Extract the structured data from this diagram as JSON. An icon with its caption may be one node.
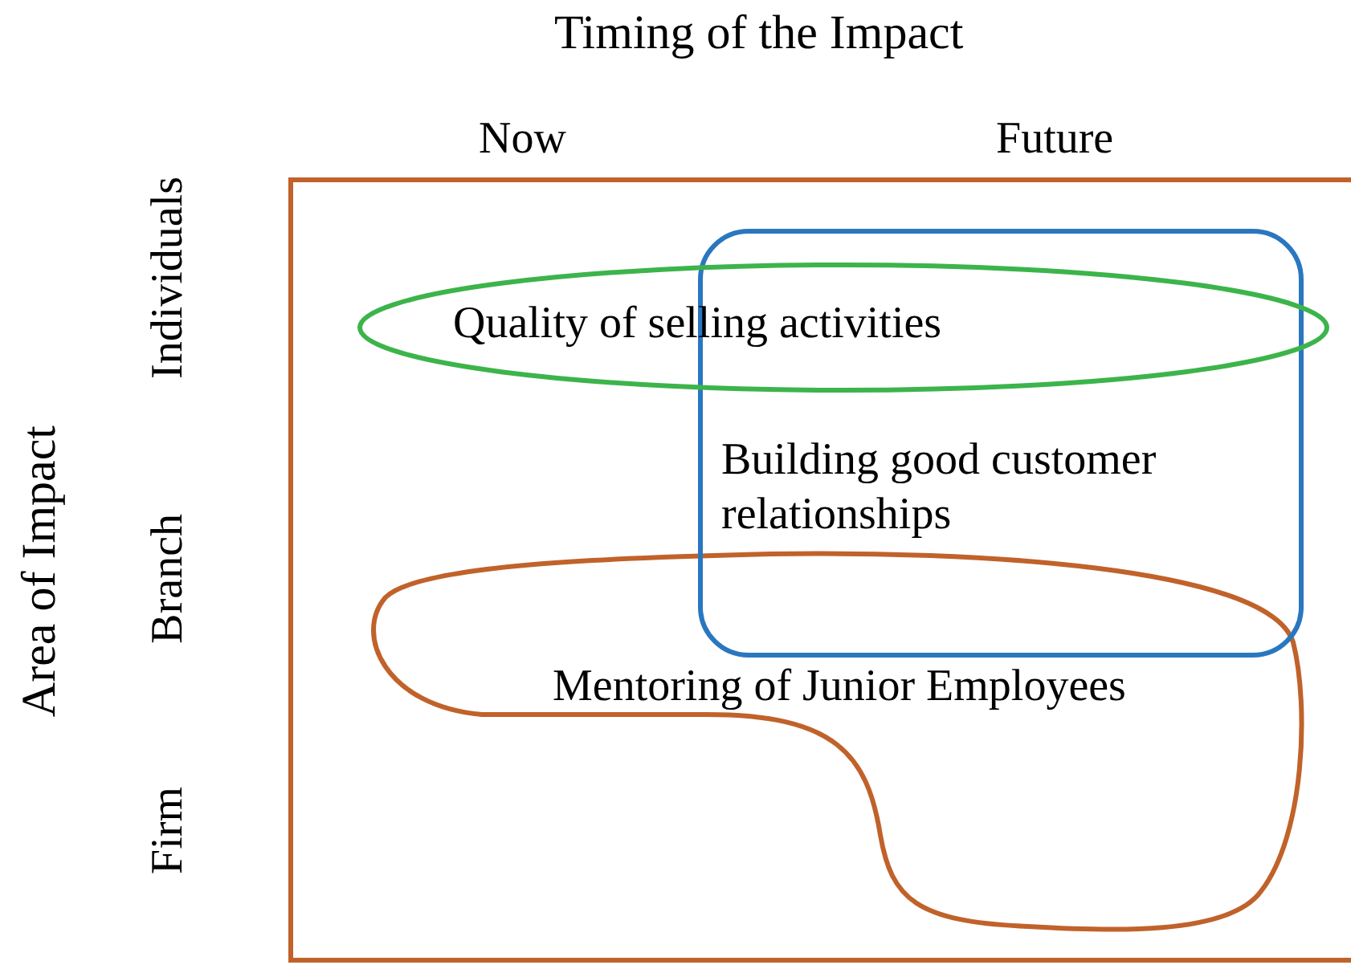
{
  "diagram": {
    "nodes": [
      {
        "text": [
          "Quality of selling activities"
        ]
      },
      {
        "text": [
          "Building good customer relationships"
        ]
      },
      {
        "text": [
          "Mentoring of Junior Employees"
        ]
      }
    ],
    "labels": [
      "Timing of the Impact",
      "Now",
      "Future",
      "Area of Impact",
      "Individuals",
      "Branch",
      "Firm"
    ]
  }
}
